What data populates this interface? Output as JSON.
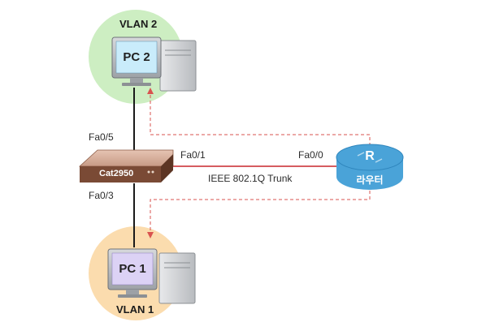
{
  "vlan_top": {
    "label": "VLAN 2",
    "pc_label": "PC 2",
    "color": "#cdeec2"
  },
  "vlan_bottom": {
    "label": "VLAN 1",
    "pc_label": "PC 1",
    "color": "#fbdcae"
  },
  "switch": {
    "label": "Cat2950",
    "color": "#7a4a35"
  },
  "router": {
    "letter": "R",
    "name": "라우터",
    "color": "#4aa3d8"
  },
  "ports": {
    "switch_to_pc2": "Fa0/5",
    "switch_to_pc1": "Fa0/3",
    "switch_to_router": "Fa0/1",
    "router_port": "Fa0/0"
  },
  "trunk_label": "IEEE 802.1Q Trunk",
  "colors": {
    "trunk_line": "#c8262b",
    "flow_arrow": "#d9534f",
    "cable": "#1a1a1a"
  }
}
